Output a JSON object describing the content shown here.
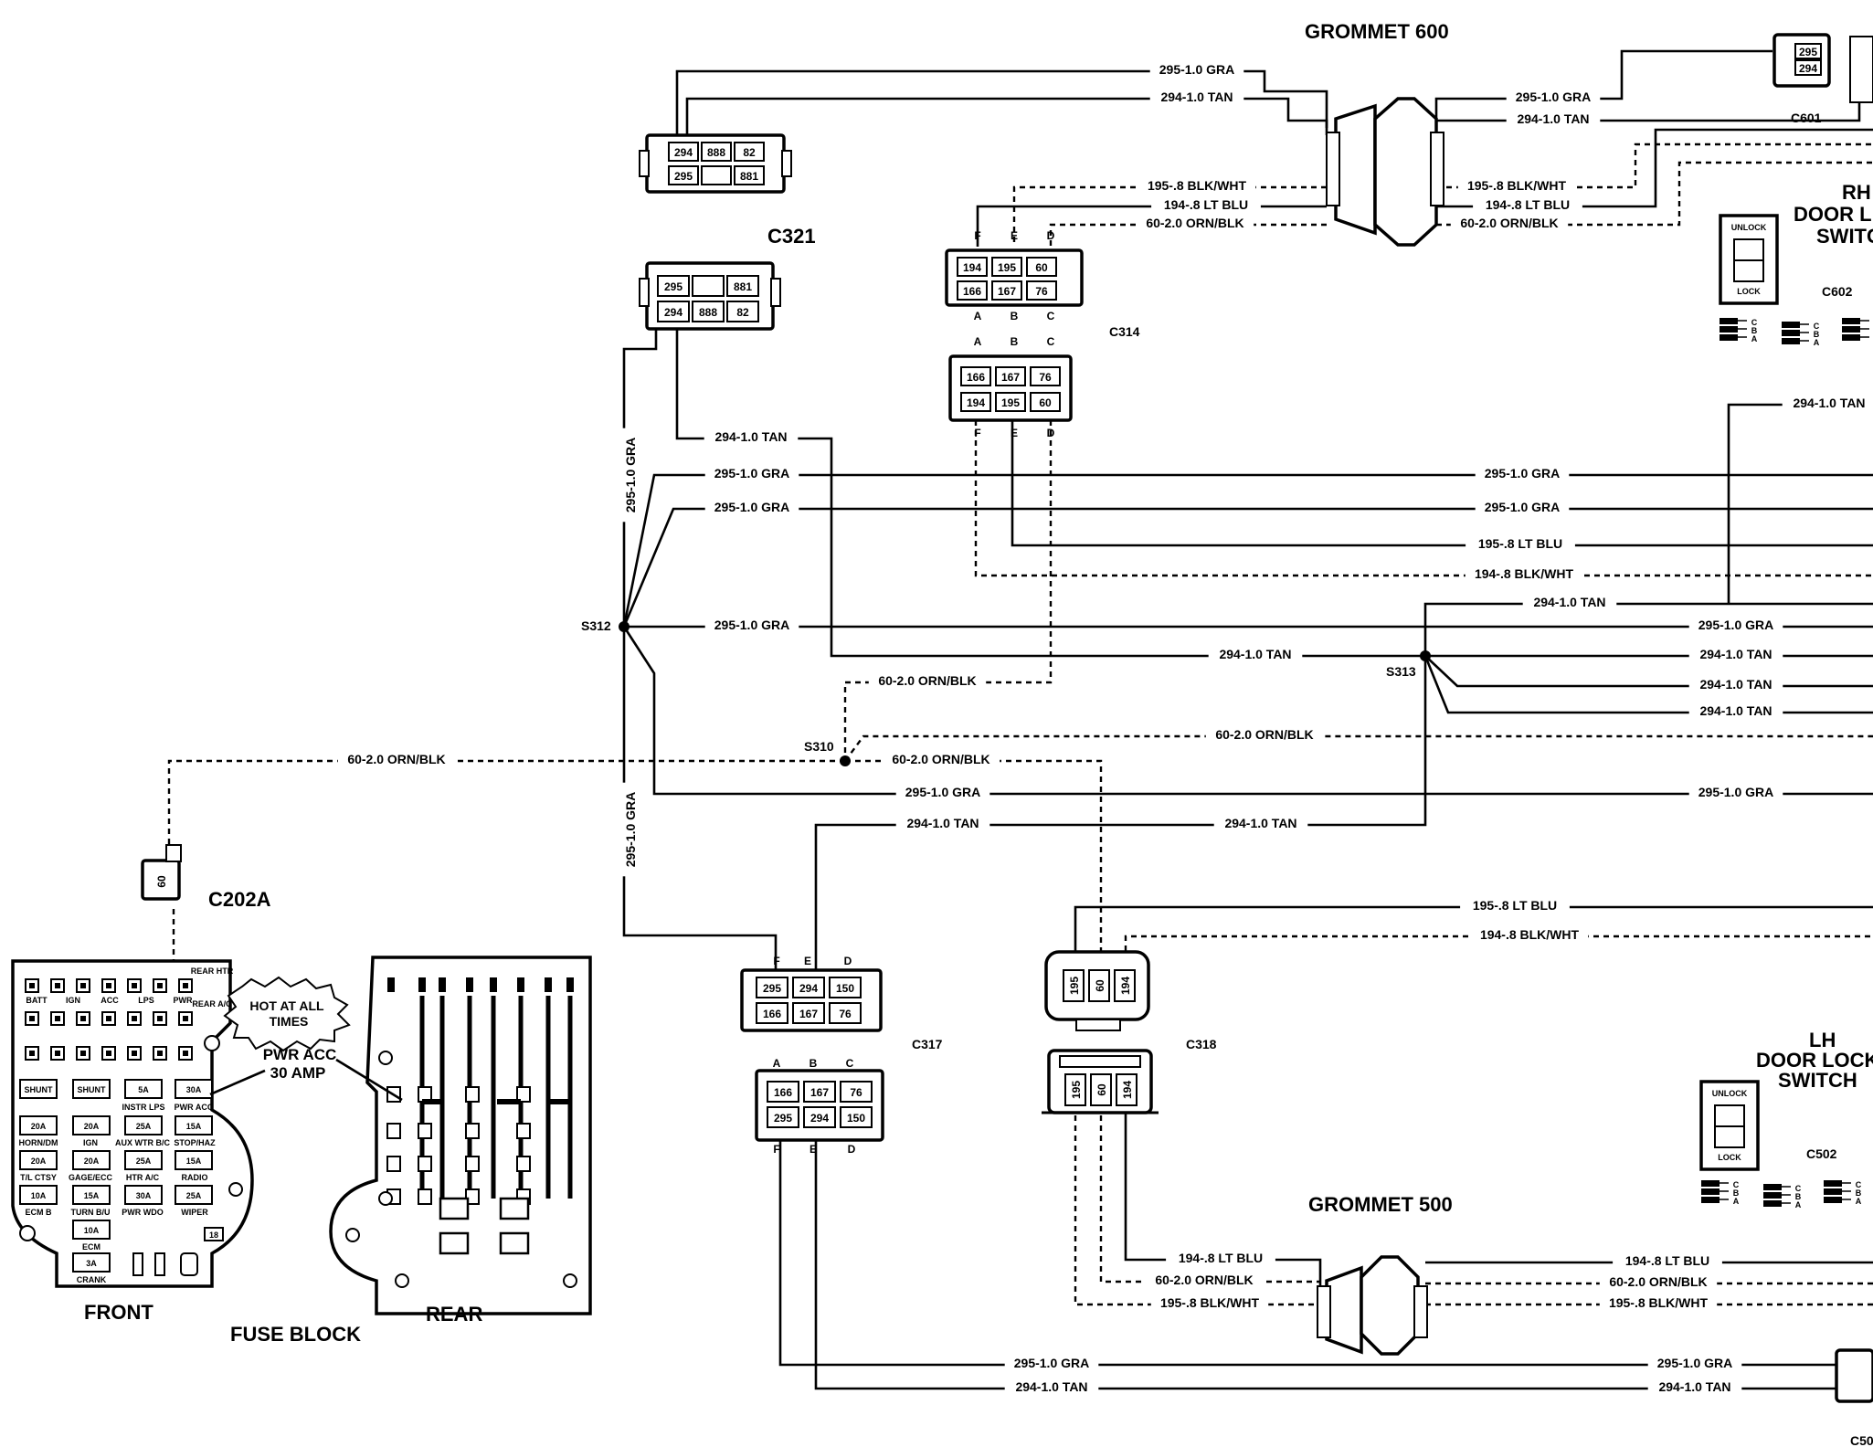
{
  "titles": {
    "grommet_600": "GROMMET 600",
    "grommet_500": "GROMMET 500",
    "fuse_block": "FUSE BLOCK",
    "front": "FRONT",
    "rear": "REAR",
    "rh_switch": [
      "RH",
      "DOOR L",
      "SWITC"
    ],
    "lh_switch": [
      "LH",
      "DOOR LOCK",
      "SWITCH"
    ]
  },
  "connectors": {
    "c321": "C321",
    "c314": "C314",
    "c317": "C317",
    "c318": "C318",
    "c202a": "C202A",
    "c601": "C601",
    "c602": "C602",
    "c502": "C502",
    "c50x": "C50"
  },
  "splices": {
    "s312": "S312",
    "s313": "S313",
    "s310": "S310"
  },
  "callouts": {
    "hot": [
      "HOT AT ALL",
      "TIMES"
    ],
    "pwr_acc": [
      "PWR ACC",
      "30 AMP"
    ],
    "unlock": "UNLOCK",
    "lock": "LOCK"
  },
  "wires": {
    "w295_gra": "295-1.0 GRA",
    "w294_tan": "294-1.0 TAN",
    "w195_blkwht": "195-.8 BLK/WHT",
    "w194_ltblu": "194-.8 LT BLU",
    "w60_ornblk": "60-2.0 ORN/BLK"
  },
  "pins": {
    "c321a_top": [
      "294",
      "888",
      "82"
    ],
    "c321a_bot": [
      "295",
      "",
      "881"
    ],
    "c321b_top": [
      "295",
      "",
      "881"
    ],
    "c321b_bot": [
      "294",
      "888",
      "82"
    ],
    "c314a_top": [
      "194",
      "195",
      "60"
    ],
    "c314a_bot": [
      "166",
      "167",
      "76"
    ],
    "c314b_top": [
      "166",
      "167",
      "76"
    ],
    "c314b_bot": [
      "194",
      "195",
      "60"
    ],
    "c317a_top": [
      "295",
      "294",
      "150"
    ],
    "c317a_bot": [
      "166",
      "167",
      "76"
    ],
    "c317b_top": [
      "166",
      "167",
      "76"
    ],
    "c317b_bot": [
      "295",
      "294",
      "150"
    ],
    "c318": [
      "195",
      "60",
      "194"
    ],
    "c202a": "60",
    "c601": [
      "295",
      "294"
    ]
  },
  "pin_letters": {
    "abc": [
      "A",
      "B",
      "C"
    ],
    "fed": [
      "F",
      "E",
      "D"
    ]
  },
  "fuse_labels": {
    "row_a": [
      "SHUNT",
      "SHUNT",
      "5A",
      "30A"
    ],
    "row_b": [
      "20A",
      "20A",
      "25A",
      "15A"
    ],
    "row_c": [
      "20A",
      "20A",
      "25A",
      "15A"
    ],
    "row_d": [
      "10A",
      "15A",
      "30A",
      "25A"
    ],
    "row_e": [
      "10A",
      "3A"
    ],
    "captions_a": [
      "BATT",
      "IGN",
      "ACC",
      "LPS",
      "PWR"
    ],
    "captions_b": [
      "INSTR LPS",
      "PWR ACC"
    ],
    "captions_c": [
      "HORN/DM",
      "IGN",
      "AUX WTR B/C",
      "STOP/HAZ"
    ],
    "captions_d": [
      "T/L CTSY",
      "GAGE/ECC",
      "HTR A/C",
      "RADIO"
    ],
    "captions_e": [
      "ECM B",
      "TURN B/U",
      "PWR WDO",
      "WIPER"
    ],
    "captions_f": [
      "ECM",
      "CRANK"
    ],
    "rear_tags": [
      "REAR HTR",
      "REAR A/C"
    ],
    "misc": [
      "18"
    ]
  }
}
